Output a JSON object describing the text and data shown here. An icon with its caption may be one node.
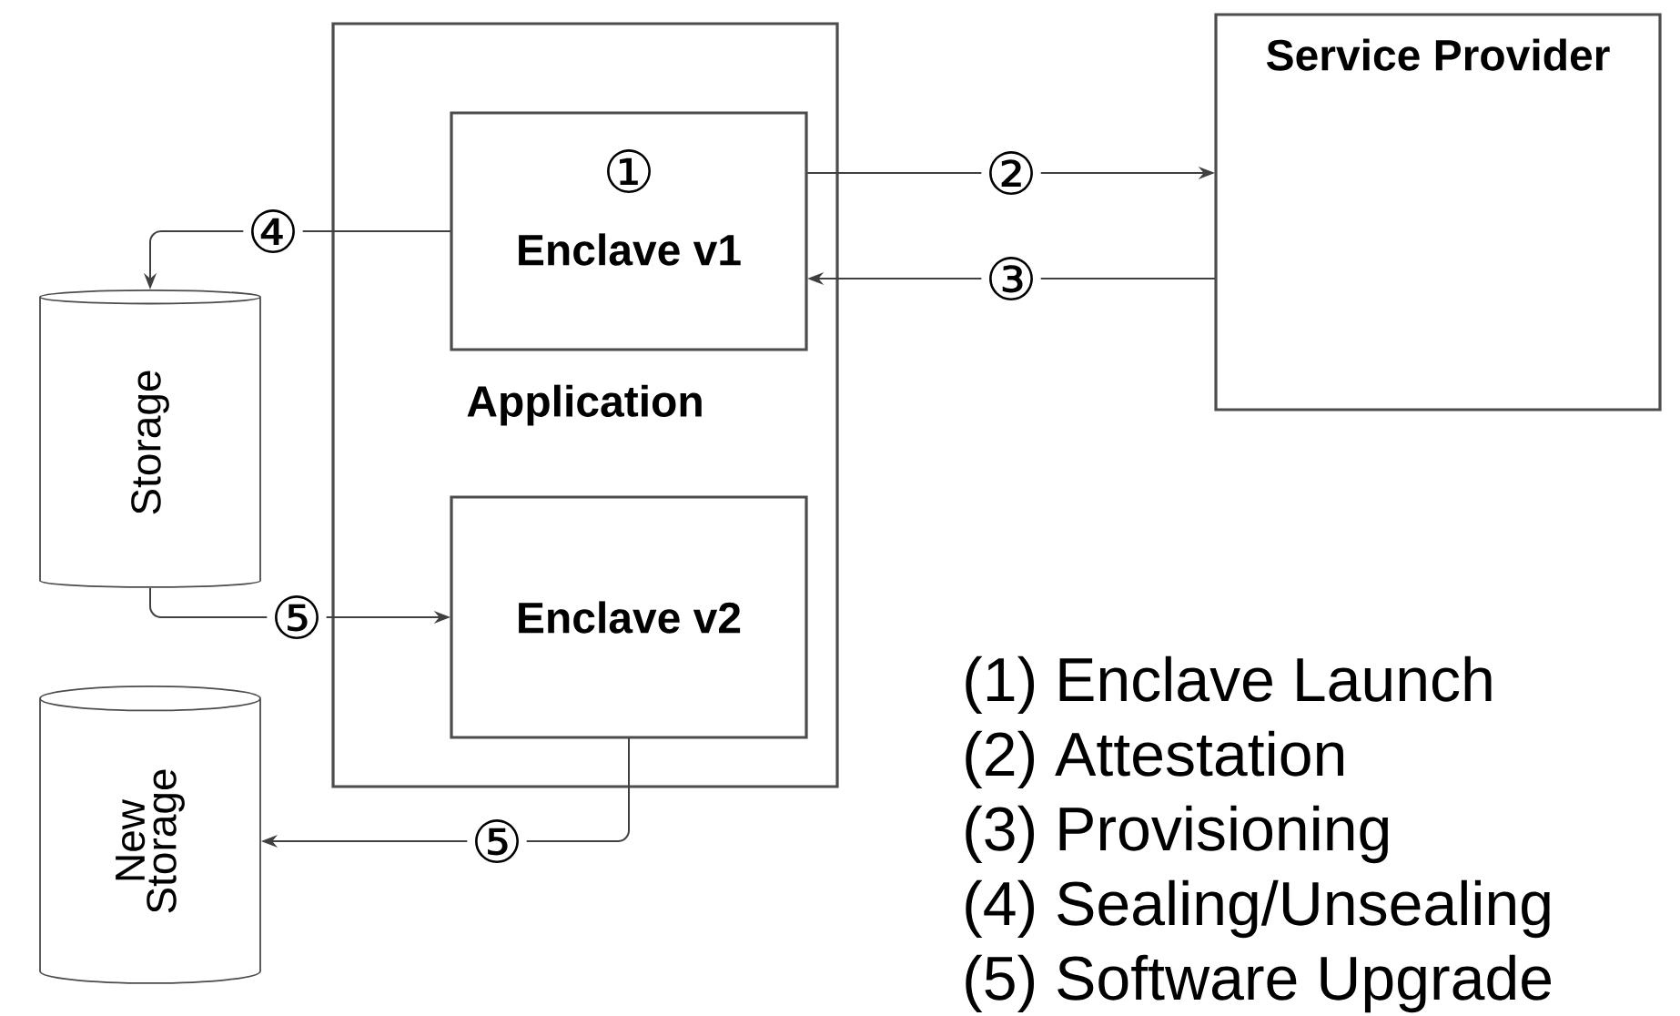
{
  "diagram": {
    "nodes": [
      {
        "text": [
          "Application"
        ]
      },
      {
        "text": [
          "①",
          "Enclave v1"
        ],
        "in": 0
      },
      {
        "text": [
          "Enclave v2"
        ],
        "in": 0
      },
      {
        "text": [
          "Service Provider"
        ]
      },
      {
        "text": [
          "Storage"
        ]
      },
      {
        "text": [
          "New Storage"
        ]
      }
    ],
    "edges": [
      {
        "from": 1,
        "to": 3,
        "arrow": "to",
        "label": "②"
      },
      {
        "from": 3,
        "to": 1,
        "arrow": "to",
        "label": "③"
      },
      {
        "from": 1,
        "to": 4,
        "arrow": "to",
        "label": "④"
      },
      {
        "from": 4,
        "to": 2,
        "arrow": "to",
        "label": "⑤"
      },
      {
        "from": 2,
        "to": 5,
        "arrow": "to",
        "label": "⑤"
      }
    ],
    "labels": [
      "(1) Enclave Launch",
      "(2) Attestation",
      "(3) Provisioning",
      "(4) Sealing/Unsealing",
      "(5) Software Upgrade"
    ]
  }
}
